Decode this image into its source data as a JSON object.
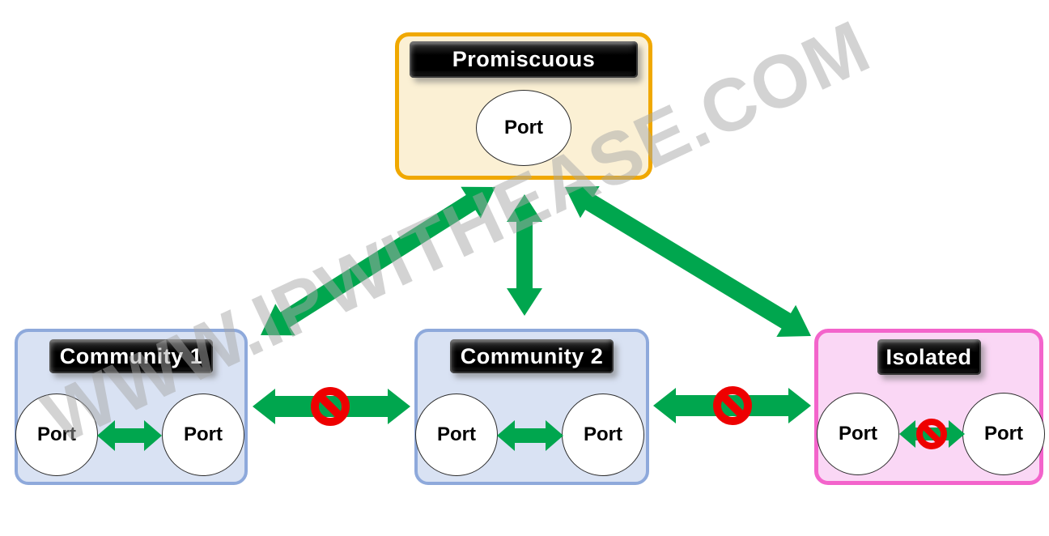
{
  "watermark": {
    "text": "WWW.IPWITHEASE.COM"
  },
  "colors": {
    "arrow_green": "#00A64E",
    "prohibited_red": "#EE0000",
    "promiscuous_fill": "#FBF0D4",
    "promiscuous_border": "#F0A800",
    "community_fill": "#D9E2F3",
    "community_border": "#8EA9DB",
    "isolated_fill": "#FAD7F5",
    "isolated_border": "#F364CB",
    "title_bar_bg": "#000000",
    "title_text": "#FFFFFF"
  },
  "nodes": {
    "promiscuous": {
      "title": "Promiscuous",
      "port": "Port"
    },
    "community1": {
      "title": "Community 1",
      "port_left": "Port",
      "port_right": "Port"
    },
    "community2": {
      "title": "Community 2",
      "port_left": "Port",
      "port_right": "Port"
    },
    "isolated": {
      "title": "Isolated",
      "port_left": "Port",
      "port_right": "Port"
    }
  },
  "edges": [
    {
      "from": "Promiscuous",
      "to": "Community 1",
      "type": "bidirectional-allowed"
    },
    {
      "from": "Promiscuous",
      "to": "Community 2",
      "type": "bidirectional-allowed"
    },
    {
      "from": "Promiscuous",
      "to": "Isolated",
      "type": "bidirectional-allowed"
    },
    {
      "from": "Community 1",
      "to": "Community 2",
      "type": "blocked"
    },
    {
      "from": "Community 2",
      "to": "Isolated",
      "type": "blocked"
    },
    {
      "from": "Community 1 Port",
      "to": "Community 1 Port",
      "type": "allowed"
    },
    {
      "from": "Community 2 Port",
      "to": "Community 2 Port",
      "type": "allowed"
    },
    {
      "from": "Isolated Port",
      "to": "Isolated Port",
      "type": "blocked"
    }
  ]
}
